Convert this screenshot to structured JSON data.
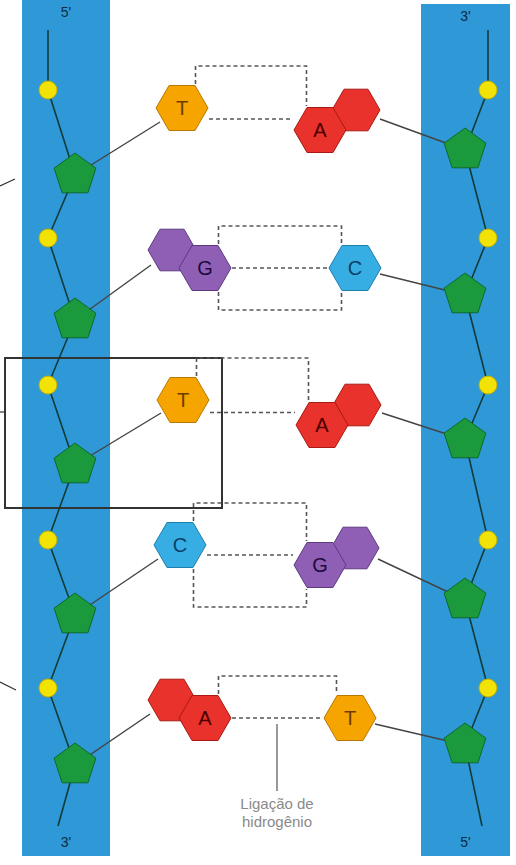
{
  "diagram": {
    "nodes": [
      {
        "text": [
          "5'",
          "3'"
        ]
      },
      {
        "text": [
          "3'",
          "5'"
        ]
      },
      {
        "text": [
          "T"
        ]
      },
      {
        "text": [
          "A"
        ]
      },
      {
        "text": [
          "G"
        ]
      },
      {
        "text": [
          "C"
        ]
      },
      {
        "text": [
          "T"
        ]
      },
      {
        "text": [
          "A"
        ]
      },
      {
        "text": [
          "C"
        ]
      },
      {
        "text": [
          "G"
        ]
      },
      {
        "text": [
          "A"
        ]
      },
      {
        "text": [
          "T"
        ]
      }
    ],
    "edges": [
      {
        "from": 2,
        "to": 3,
        "arrow": "none"
      },
      {
        "from": 2,
        "to": 3,
        "arrow": "none"
      },
      {
        "from": 4,
        "to": 5,
        "arrow": "none"
      },
      {
        "from": 4,
        "to": 5,
        "arrow": "none"
      },
      {
        "from": 4,
        "to": 5,
        "arrow": "none"
      },
      {
        "from": 6,
        "to": 7,
        "arrow": "none"
      },
      {
        "from": 6,
        "to": 7,
        "arrow": "none"
      },
      {
        "from": 8,
        "to": 9,
        "arrow": "none"
      },
      {
        "from": 8,
        "to": 9,
        "arrow": "none"
      },
      {
        "from": 8,
        "to": 9,
        "arrow": "none"
      },
      {
        "from": 10,
        "to": 11,
        "arrow": "none"
      },
      {
        "from": 10,
        "to": 11,
        "arrow": "none"
      }
    ],
    "labels": [
      "Ligação de hidrogênio"
    ]
  }
}
